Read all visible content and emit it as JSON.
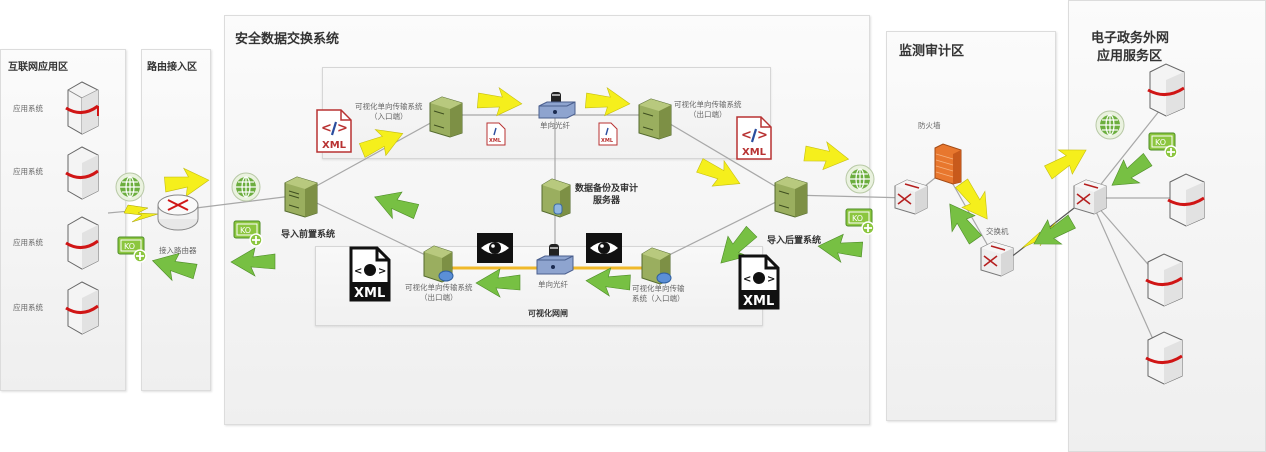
{
  "diagram": {
    "page_title_partial": "(cut off at top)",
    "colors": {
      "forward_arrow": "#f5ef1c",
      "return_arrow": "#77c043",
      "server_green": "#9aae5f",
      "xml_red": "#c0392b",
      "fiber_line": "#f0b92a",
      "firewall_orange": "#e8772e",
      "globe_green": "#6cae3e"
    },
    "zones": {
      "internet_app": {
        "title": "互联网应用区",
        "systems": [
          "应用系统",
          "应用系统",
          "应用系统",
          "应用系统"
        ]
      },
      "router_access": {
        "title": "路由接入区",
        "router_label": "接入路由器"
      },
      "secure_exchange": {
        "title": "安全数据交换系统",
        "front_system": "导入前置系统",
        "rear_system": "导入后置系统",
        "top_entry": [
          "可视化单向传输系统",
          "（入口端）"
        ],
        "top_exit": [
          "可视化单向传输系统",
          "（出口端）"
        ],
        "top_fiber": "单向光纤",
        "backup_server": [
          "数据备份及审计",
          "服务器"
        ],
        "gate": {
          "title": "可视化网闸",
          "exit": [
            "可视化单向传输系统",
            "（出口端）"
          ],
          "entry": [
            "可视化单向传输",
            "系统（入口端）"
          ],
          "fiber": "单向光纤"
        },
        "xml_label": "XML"
      },
      "monitor_audit": {
        "title": "监测审计区",
        "firewall": "防火墙",
        "switch": "交换机"
      },
      "egov": {
        "title_line1": "电子政务外网",
        "title_line2": "应用服务区"
      }
    }
  }
}
